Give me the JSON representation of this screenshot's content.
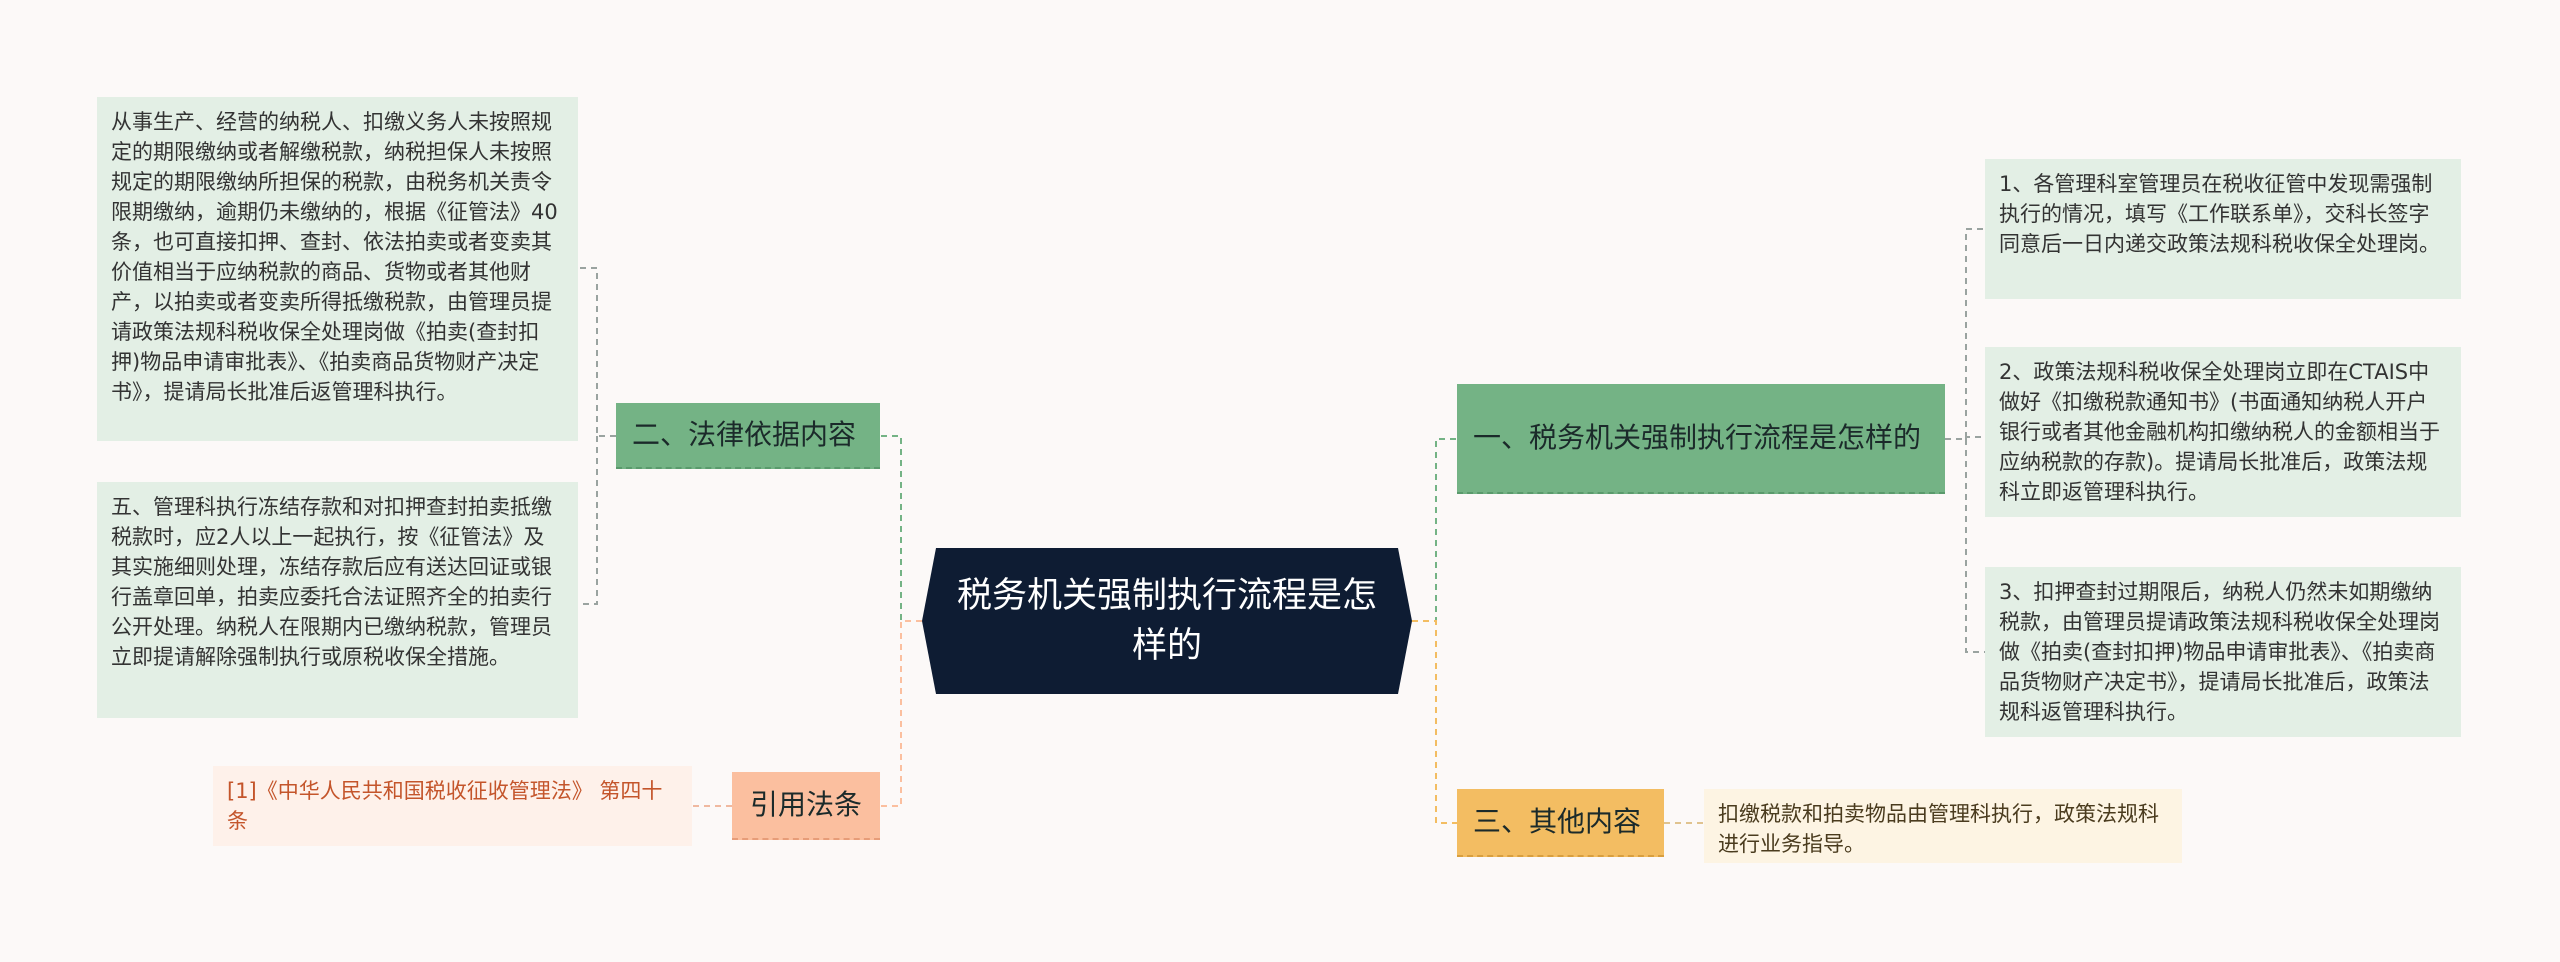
{
  "center": {
    "title": "税务机关强制执行流程是怎样的"
  },
  "branches": {
    "right_top": {
      "label": "一、税务机关强制执行流程是怎样的",
      "items": [
        "1、各管理科室管理员在税收征管中发现需强制执行的情况，填写《工作联系单》，交科长签字同意后一日内递交政策法规科税收保全处理岗。",
        "2、政策法规科税收保全处理岗立即在CTAIS中做好《扣缴税款通知书》(书面通知纳税人开户银行或者其他金融机构扣缴纳税人的金额相当于应纳税款的存款)。提请局长批准后，政策法规科立即返管理科执行。",
        "3、扣押查封过期限后，纳税人仍然未如期缴纳税款，由管理员提请政策法规科税收保全处理岗做《拍卖(查封扣押)物品申请审批表》、《拍卖商品货物财产决定书》，提请局长批准后，政策法规科返管理科执行。"
      ]
    },
    "right_bottom": {
      "label": "三、其他内容",
      "items": [
        "扣缴税款和拍卖物品由管理科执行，政策法规科进行业务指导。"
      ]
    },
    "left_top": {
      "label": "二、法律依据内容",
      "items": [
        "从事生产、经营的纳税人、扣缴义务人未按照规定的期限缴纳或者解缴税款，纳税担保人未按照规定的期限缴纳所担保的税款，由税务机关责令限期缴纳，逾期仍未缴纳的，根据《征管法》40条，也可直接扣押、查封、依法拍卖或者变卖其价值相当于应纳税款的商品、货物或者其他财产，以拍卖或者变卖所得抵缴税款，由管理员提请政策法规科税收保全处理岗做《拍卖(查封扣押)物品申请审批表》、《拍卖商品货物财产决定书》，提请局长批准后返管理科执行。",
        "五、管理科执行冻结存款和对扣押查封拍卖抵缴税款时，应2人以上一起执行，按《征管法》及其实施细则处理，冻结存款后应有送达回证或银行盖章回单，拍卖应委托合法证照齐全的拍卖行公开处理。纳税人在限期内已缴纳税款，管理员立即提请解除强制执行或原税收保全措施。"
      ]
    },
    "left_bottom": {
      "label": "引用法条",
      "items": [
        "[1]《中华人民共和国税收征收管理法》 第四十条"
      ]
    }
  },
  "colors": {
    "center_fill": "#0e1c33",
    "green_label": "#74b385",
    "green_leaf": "#e3efe5",
    "yellow_label": "#f3bd62",
    "yellow_leaf": "#fdf4e3",
    "peach_label": "#fbbf9f",
    "peach_leaf": "#fef1ea",
    "peach_text": "#c4552b"
  }
}
